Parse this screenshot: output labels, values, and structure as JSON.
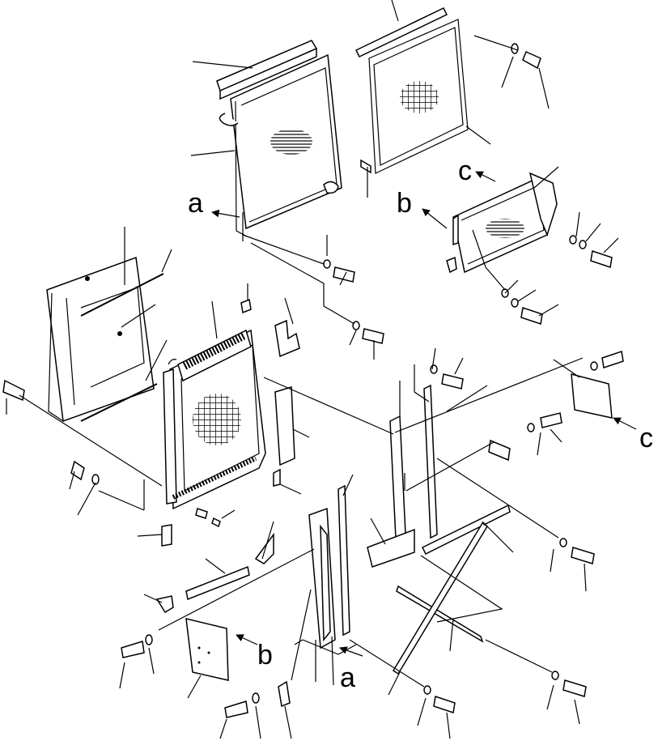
{
  "diagram": {
    "callouts": {
      "a_top": "a",
      "a_bottom": "a",
      "b_mid": "b",
      "b_bottom": "b",
      "c_top": "c",
      "c_right": "c"
    }
  }
}
